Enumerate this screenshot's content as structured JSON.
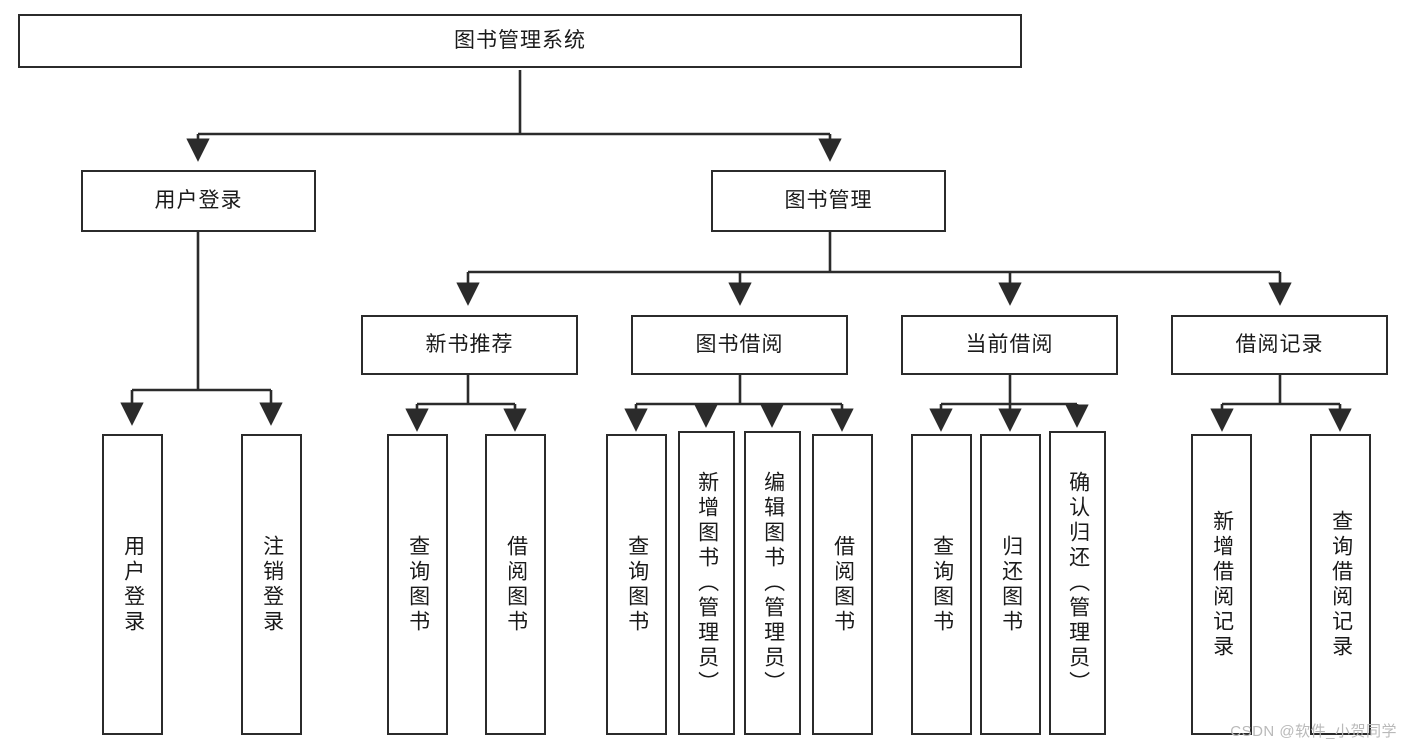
{
  "diagram": {
    "title": "图书管理系统",
    "type": "hierarchy-tree",
    "watermark": "CSDN @软件_小贺同学",
    "colors": {
      "stroke": "#2b2b2b",
      "fill": "#ffffff",
      "text": "#1a1a1a",
      "watermark": "#b9b9b9"
    },
    "levels": {
      "root": {
        "label": "图书管理系统"
      },
      "level2": [
        {
          "label": "用户登录"
        },
        {
          "label": "图书管理"
        }
      ],
      "level3": [
        {
          "label": "新书推荐"
        },
        {
          "label": "图书借阅"
        },
        {
          "label": "当前借阅"
        },
        {
          "label": "借阅记录"
        }
      ],
      "leaves": {
        "user_login": [
          {
            "label": "用户登录"
          },
          {
            "label": "注销登录"
          }
        ],
        "new_book_recommend": [
          {
            "label": "查询图书"
          },
          {
            "label": "借阅图书"
          }
        ],
        "book_borrow": [
          {
            "label": "查询图书"
          },
          {
            "label": "新增图书（管理员）"
          },
          {
            "label": "编辑图书（管理员）"
          },
          {
            "label": "借阅图书"
          }
        ],
        "current_borrow": [
          {
            "label": "查询图书"
          },
          {
            "label": "归还图书"
          },
          {
            "label": "确认归还（管理员）"
          }
        ],
        "borrow_record": [
          {
            "label": "新增借阅记录"
          },
          {
            "label": "查询借阅记录"
          }
        ]
      }
    }
  }
}
